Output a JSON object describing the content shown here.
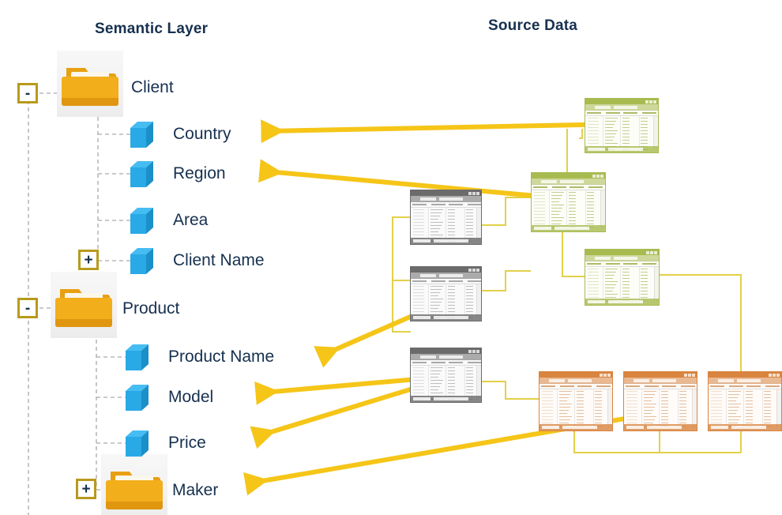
{
  "titles": {
    "semantic_layer": "Semantic Layer",
    "source_data": "Source Data"
  },
  "colors": {
    "title_text": "#16304f",
    "label_text": "#16304f",
    "arrow": "#f5c518",
    "connector": "#e6d34a",
    "pm_border": "#b89a1c",
    "folder": "#efa915",
    "cube": "#23a4e8",
    "tree_line": "#b9b9b9",
    "green_table": "#a8bb50",
    "gray_table": "#6b6b6b",
    "orange_table": "#d9843f"
  },
  "semantic_layer": {
    "nodes": [
      {
        "label": "Client",
        "type": "folder",
        "toggle": "-",
        "level": 0
      },
      {
        "label": "Country",
        "type": "cube",
        "toggle": "",
        "level": 1
      },
      {
        "label": "Region",
        "type": "cube",
        "toggle": "",
        "level": 1
      },
      {
        "label": "Area",
        "type": "cube",
        "toggle": "",
        "level": 1
      },
      {
        "label": "Client Name",
        "type": "cube",
        "toggle": "+",
        "level": 1
      },
      {
        "label": "Product",
        "type": "folder",
        "toggle": "-",
        "level": 0
      },
      {
        "label": "Product Name",
        "type": "cube",
        "toggle": "",
        "level": 1
      },
      {
        "label": "Model",
        "type": "cube",
        "toggle": "",
        "level": 1
      },
      {
        "label": "Price",
        "type": "cube",
        "toggle": "",
        "level": 1
      },
      {
        "label": "Maker",
        "type": "folder",
        "toggle": "+",
        "level": 1
      }
    ]
  },
  "source_data": {
    "tables": [
      {
        "id": "green-1",
        "theme": "green"
      },
      {
        "id": "green-2",
        "theme": "green"
      },
      {
        "id": "green-3",
        "theme": "green"
      },
      {
        "id": "gray-1",
        "theme": "gray"
      },
      {
        "id": "gray-2",
        "theme": "gray"
      },
      {
        "id": "gray-3",
        "theme": "gray"
      },
      {
        "id": "orange-1",
        "theme": "orange"
      },
      {
        "id": "orange-2",
        "theme": "orange"
      },
      {
        "id": "orange-3",
        "theme": "orange"
      }
    ]
  },
  "mappings": [
    {
      "target": "Country",
      "source": "green-1"
    },
    {
      "target": "Region",
      "source": "green-2"
    },
    {
      "target": "Product Name",
      "source": "gray-2"
    },
    {
      "target": "Model",
      "source": "gray-3"
    },
    {
      "target": "Price",
      "source": "gray-3"
    },
    {
      "target": "Maker",
      "source": "orange-1"
    }
  ]
}
